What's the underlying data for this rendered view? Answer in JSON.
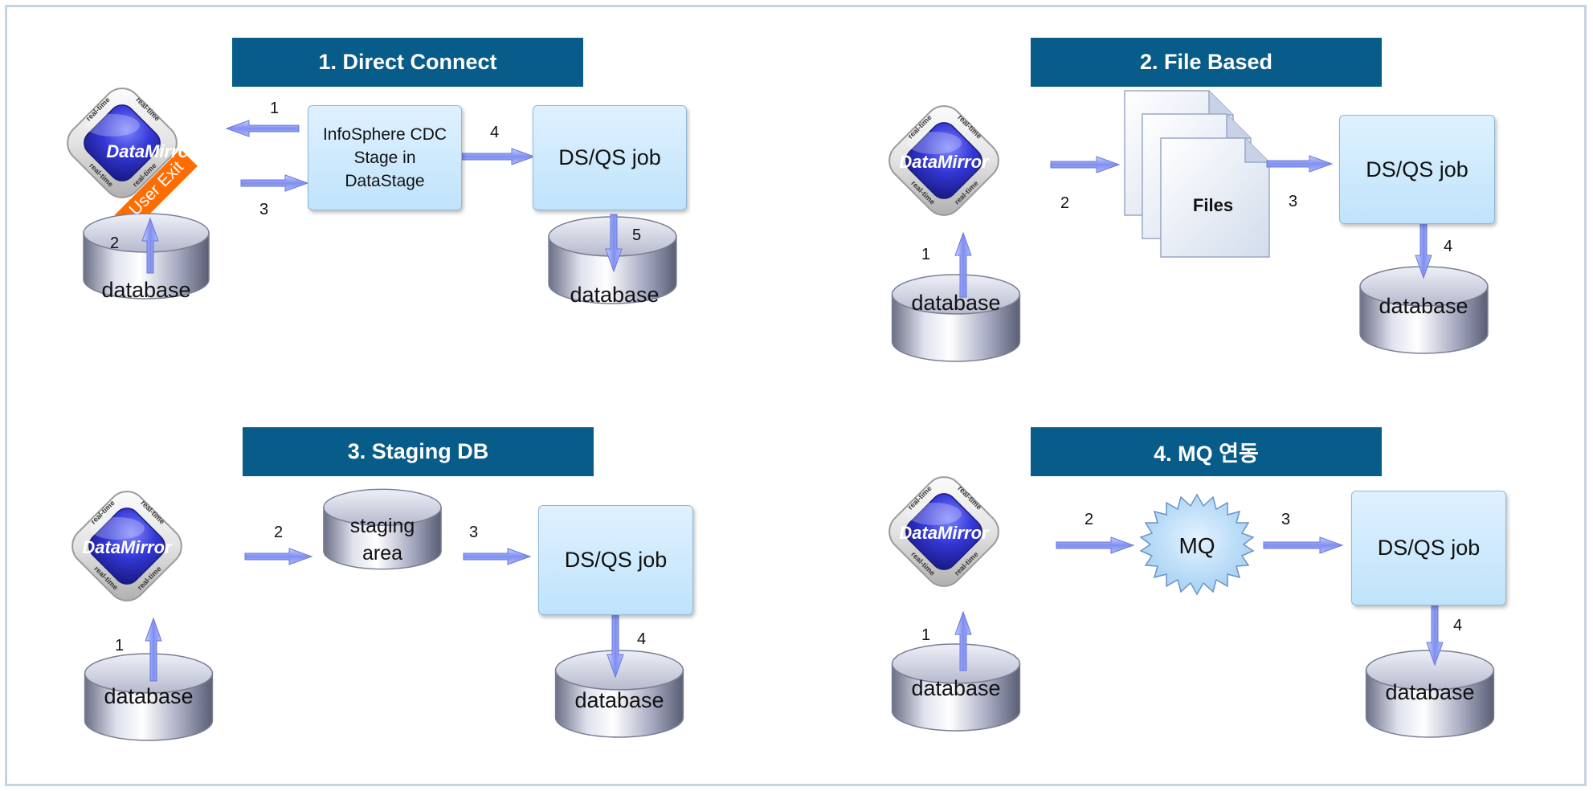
{
  "panels": [
    {
      "title": "1. Direct Connect",
      "logo_text": "DataMirror",
      "user_exit_label": "User Exit",
      "cdc_box": "InfoSphere CDC Stage in DataStage",
      "job_box": "DS/QS job",
      "source_db": "database",
      "target_db": "database",
      "steps": [
        "1",
        "2",
        "3",
        "4",
        "5"
      ]
    },
    {
      "title": "2. File Based",
      "logo_text": "DataMirror",
      "files_label": "Files",
      "job_box": "DS/QS job",
      "source_db": "database",
      "target_db": "database",
      "steps": [
        "1",
        "2",
        "3",
        "4"
      ]
    },
    {
      "title": "3. Staging DB",
      "logo_text": "DataMirror",
      "staging_label": "staging area",
      "job_box": "DS/QS job",
      "source_db": "database",
      "target_db": "database",
      "steps": [
        "1",
        "2",
        "3",
        "4"
      ]
    },
    {
      "title": "4. MQ 연동",
      "logo_text": "DataMirror",
      "mq_label": "MQ",
      "job_box": "DS/QS job",
      "source_db": "database",
      "target_db": "database",
      "steps": [
        "1",
        "2",
        "3",
        "4"
      ]
    }
  ],
  "logo_corner_text": "real-time"
}
